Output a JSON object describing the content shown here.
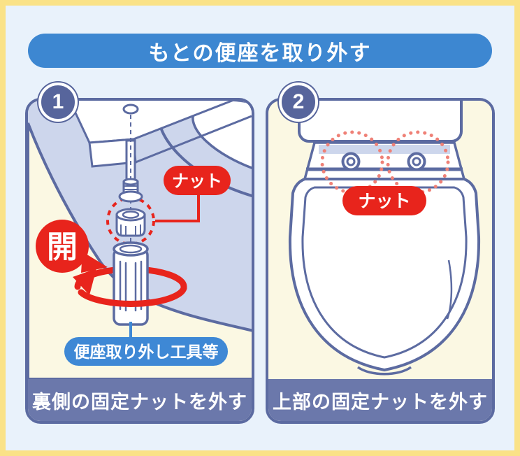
{
  "header": {
    "title": "もとの便座を取り外す"
  },
  "panels": [
    {
      "number": "1",
      "caption": "裏側の固定ナットを外す",
      "labels": {
        "nut": "ナット",
        "open": "開",
        "tool": "便座取り外し工具等"
      }
    },
    {
      "number": "2",
      "caption": "上部の固定ナットを外す",
      "labels": {
        "nut": "ナット"
      }
    }
  ],
  "colors": {
    "frame_border": "#fae287",
    "page_bg": "#e9f2fb",
    "banner_blue": "#3d87d1",
    "panel_cream": "#fbf8e3",
    "outline_slate": "#5c6ba1",
    "caption_bg": "#6b78ab",
    "badge_bg": "#57659c",
    "accent_red": "#e8241c",
    "dotted_salmon": "#ef8177",
    "label_pill_blue": "#3e88d5",
    "porcelain_blue": "#cdd6ec"
  }
}
